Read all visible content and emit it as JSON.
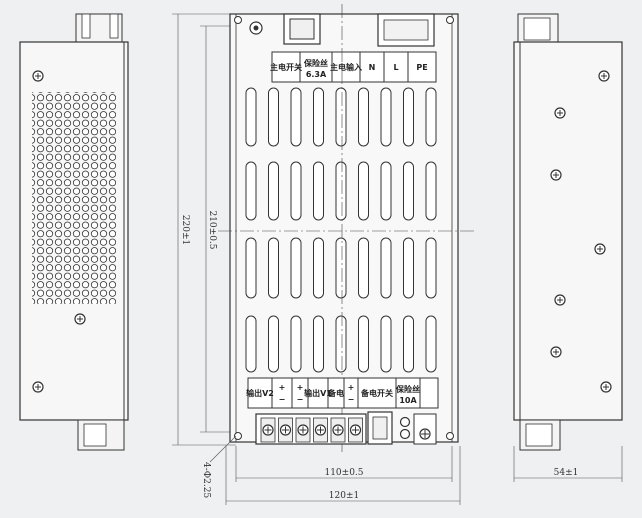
{
  "dimensions": {
    "width_inner": "110±0.5",
    "width_outer": "120±1",
    "height_inner": "210±0.5",
    "height_outer": "220±1",
    "side_depth": "54±1",
    "mount_holes": "4-Φ2.25"
  },
  "labels_top": {
    "fuse_label": "保险丝",
    "fuse_rating": "6.3A",
    "main_switch": "主电开关",
    "main_input": "主电输入",
    "N": "N",
    "L": "L",
    "PE": "PE"
  },
  "labels_bottom": {
    "out_v1": "输出V1",
    "out_v2": "输出V2",
    "standby_switch": "备电开关",
    "battery": "备电",
    "fuse": "保险丝",
    "fuse_rating": "10A",
    "plus": "+",
    "minus": "−"
  },
  "colors": {
    "line": "#2a2a2a",
    "panel": "#f7f7f7",
    "bg": "#eef0f1"
  }
}
